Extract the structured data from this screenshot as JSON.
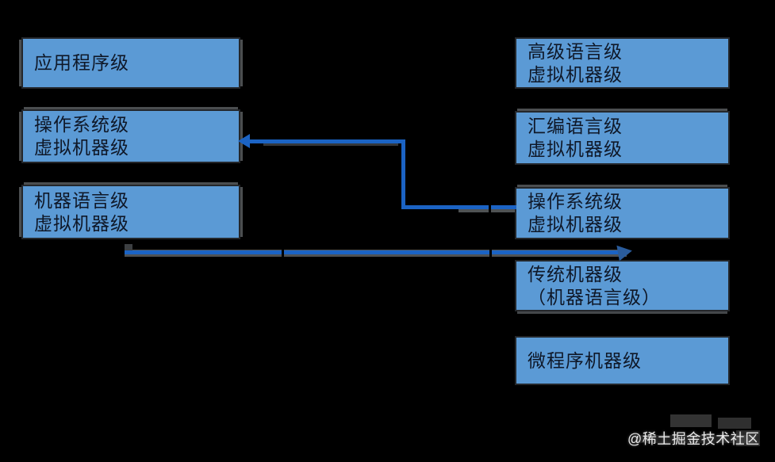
{
  "canvas": {
    "background": "#000000"
  },
  "colors": {
    "box_fill": "#5b9ad5",
    "box_border": "#24272b",
    "box_edge_gray": "#4b4e50",
    "box_text": "#0f1828",
    "connector_blue": "#1b63c4",
    "connector_gray": "#4f5254",
    "watermark_text": "#e9e9e9"
  },
  "left_column": {
    "boxes": [
      {
        "id": "application-level",
        "lines": [
          "应用程序级"
        ]
      },
      {
        "id": "os-virtual-machine-level",
        "lines": [
          "操作系统级",
          "虚拟机器级"
        ]
      },
      {
        "id": "machine-language-virtual-machine-level",
        "lines": [
          "机器语言级",
          "虚拟机器级"
        ]
      }
    ]
  },
  "right_column": {
    "boxes": [
      {
        "id": "high-level-language-virtual-machine-level",
        "lines": [
          "高级语言级",
          "虚拟机器级"
        ]
      },
      {
        "id": "assembly-language-virtual-machine-level",
        "lines": [
          "汇编语言级",
          "虚拟机器级"
        ]
      },
      {
        "id": "os-virtual-machine-level",
        "lines": [
          "操作系统级",
          "虚拟机器级"
        ]
      },
      {
        "id": "traditional-machine-level",
        "lines": [
          "传统机器级",
          "（机器语言级）"
        ]
      },
      {
        "id": "microprogram-machine-level",
        "lines": [
          "微程序机器级"
        ]
      }
    ]
  },
  "watermark": {
    "text": "@稀土掘金技术社区"
  }
}
